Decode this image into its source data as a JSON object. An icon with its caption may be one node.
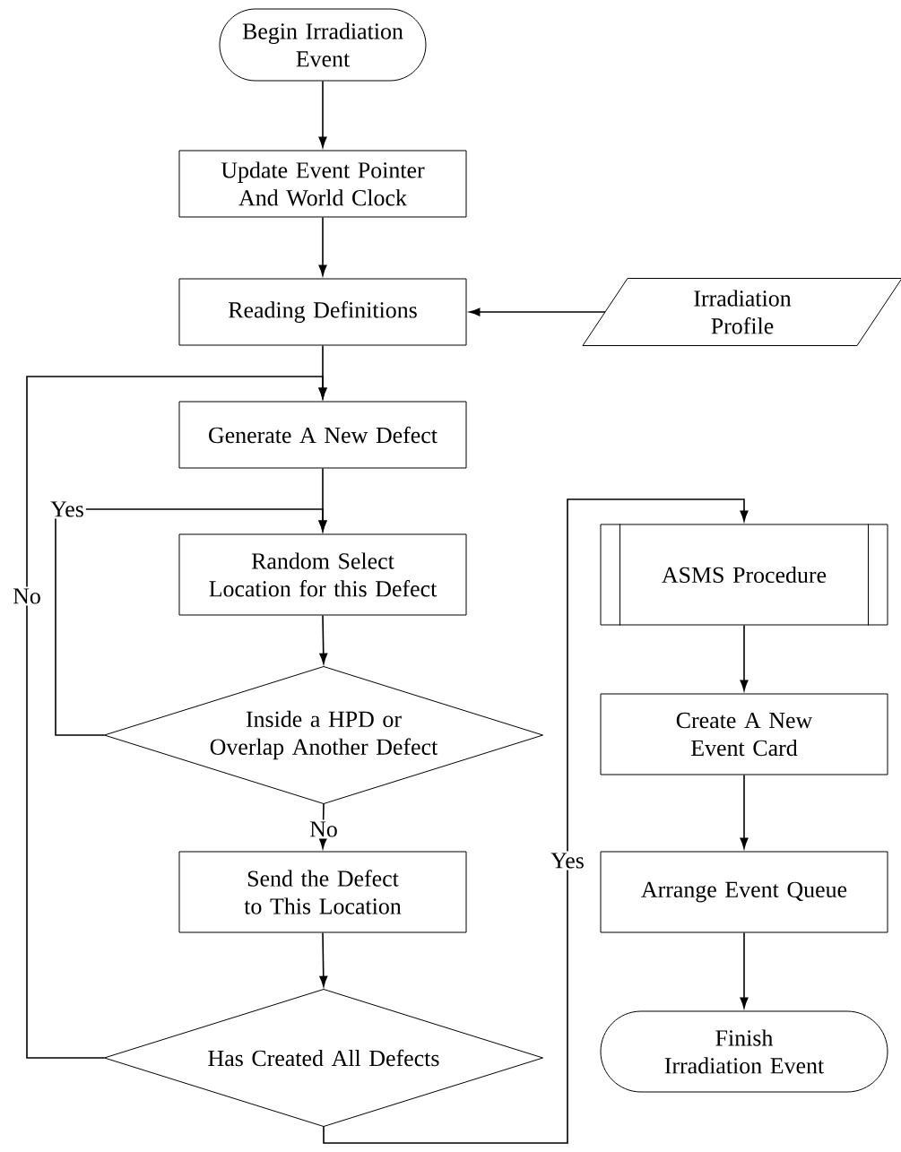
{
  "diagram": {
    "nodes": [
      {
        "text": [
          "Begin Irradiation Event"
        ]
      },
      {
        "text": [
          "Update Event Pointer And World Clock"
        ]
      },
      {
        "text": [
          "Reading Definitions"
        ]
      },
      {
        "text": [
          "Irradiation Profile"
        ]
      },
      {
        "text": [
          "Generate A New Defect"
        ]
      },
      {
        "text": [
          "Random Select Location for this Defect"
        ]
      },
      {
        "text": [
          "Inside a HPD or Overlap Another Defect"
        ]
      },
      {
        "text": [
          "Send the Defect to This Location"
        ]
      },
      {
        "text": [
          "Has Created All Defects"
        ]
      },
      {
        "text": [
          "ASMS Procedure"
        ]
      },
      {
        "text": [
          "Create A New Event Card"
        ]
      },
      {
        "text": [
          "Arrange Event Queue"
        ]
      },
      {
        "text": [
          "Finish Irradiation Event"
        ]
      }
    ],
    "edges": [
      {
        "from": 0,
        "to": 1,
        "arrow": "to"
      },
      {
        "from": 1,
        "to": 2,
        "arrow": "to"
      },
      {
        "from": 3,
        "to": 2,
        "arrow": "to"
      },
      {
        "from": 2,
        "to": 4,
        "arrow": "to"
      },
      {
        "from": 4,
        "to": 5,
        "arrow": "to"
      },
      {
        "from": 5,
        "to": 6,
        "arrow": "to"
      },
      {
        "from": 6,
        "to": 5,
        "arrow": "to",
        "label": "Yes"
      },
      {
        "from": 6,
        "to": 7,
        "arrow": "to",
        "label": "No"
      },
      {
        "from": 7,
        "to": 8,
        "arrow": "to"
      },
      {
        "from": 8,
        "to": 4,
        "arrow": "to",
        "label": "No"
      },
      {
        "from": 8,
        "to": 9,
        "arrow": "to",
        "label": "Yes"
      },
      {
        "from": 9,
        "to": 10,
        "arrow": "to"
      },
      {
        "from": 10,
        "to": 11,
        "arrow": "to"
      },
      {
        "from": 11,
        "to": 12,
        "arrow": "to"
      }
    ]
  }
}
